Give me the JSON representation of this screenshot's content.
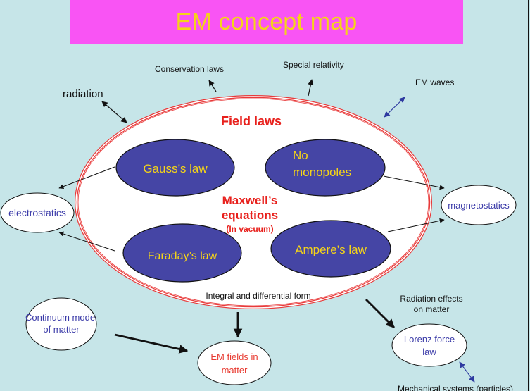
{
  "title": "EM concept map",
  "colors": {
    "background": "#c6e5e8",
    "title_bg": "#f954f4",
    "title_text": "#f5d418",
    "core_ellipse_fill": "#4545a5",
    "core_ellipse_text": "#f5d418",
    "field_laws_text": "#e8201c",
    "node_text_blue": "#3a3aa8",
    "node_text_red": "#e83a30",
    "arrow_black": "#111111",
    "arrow_blue": "#2e3aa0",
    "outer_ring": "#e83a3a"
  },
  "outer": {
    "heading": "Field laws",
    "center_line1": "Maxwell’s",
    "center_line2": "equations",
    "center_note": "(In vacuum)",
    "footer": "Integral and differential form"
  },
  "core_laws": [
    {
      "id": "gauss",
      "lines": [
        "Gauss’s law"
      ]
    },
    {
      "id": "no-monopoles",
      "lines": [
        "No",
        "monopoles"
      ]
    },
    {
      "id": "faraday",
      "lines": [
        "Faraday’s law"
      ]
    },
    {
      "id": "ampere",
      "lines": [
        "Ampere’s law"
      ]
    }
  ],
  "nodes": {
    "electrostatics": "electrostatics",
    "magnetostatics": "magnetostatics",
    "continuum_line1": "Continuum model",
    "continuum_line2": "of matter",
    "em_fields_line1": "EM fields in",
    "em_fields_line2": "matter",
    "lorenz_line1": "Lorenz force",
    "lorenz_line2": "law"
  },
  "labels": {
    "radiation": "radiation",
    "conservation_laws": "Conservation laws",
    "special_relativity": "Special relativity",
    "em_waves": "EM waves",
    "radiation_effects_line1": "Radiation effects",
    "radiation_effects_line2": "on matter",
    "mechanical_systems": "Mechanical systems (particles)"
  }
}
